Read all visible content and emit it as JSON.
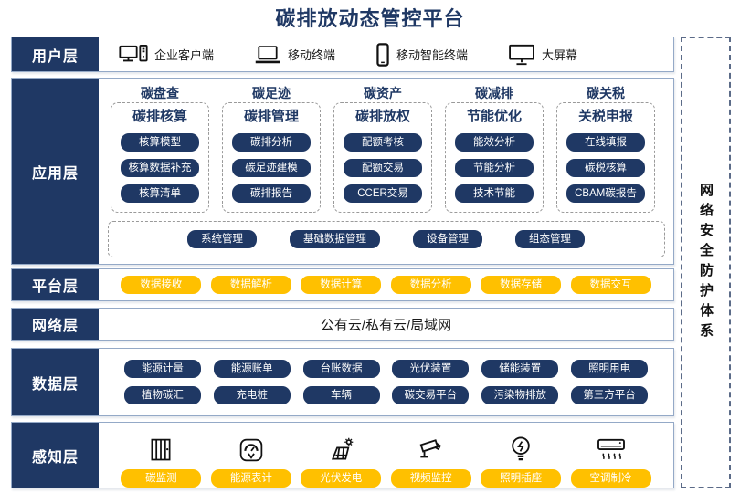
{
  "title": "碳排放动态管控平台",
  "security_bar": {
    "label": "网络安全防护体系"
  },
  "user_layer": {
    "label": "用户层",
    "items": [
      {
        "icon": "desktop-pc-icon",
        "label": "企业客户端"
      },
      {
        "icon": "laptop-icon",
        "label": "移动终端"
      },
      {
        "icon": "smartphone-icon",
        "label": "移动智能终端"
      },
      {
        "icon": "monitor-icon",
        "label": "大屏幕"
      }
    ]
  },
  "app_layer": {
    "label": "应用层",
    "columns": [
      {
        "header": "碳盘查",
        "group": "碳排核算",
        "buttons": [
          "核算模型",
          "核算数据补充",
          "核算清单"
        ]
      },
      {
        "header": "碳足迹",
        "group": "碳排管理",
        "buttons": [
          "碳排分析",
          "碳足迹建模",
          "碳排报告"
        ]
      },
      {
        "header": "碳资产",
        "group": "碳排放权",
        "buttons": [
          "配额考核",
          "配额交易",
          "CCER交易"
        ]
      },
      {
        "header": "碳减排",
        "group": "节能优化",
        "buttons": [
          "能效分析",
          "节能分析",
          "技术节能"
        ]
      },
      {
        "header": "碳关税",
        "group": "关税申报",
        "buttons": [
          "在线填报",
          "碳税核算",
          "CBAM碳报告"
        ]
      }
    ],
    "common_buttons": [
      "系统管理",
      "基础数据管理",
      "设备管理",
      "组态管理"
    ]
  },
  "platform_layer": {
    "label": "平台层",
    "buttons": [
      "数据接收",
      "数据解析",
      "数据计算",
      "数据分析",
      "数据存储",
      "数据交互"
    ]
  },
  "network_layer": {
    "label": "网络层",
    "content": "公有云/私有云/局域网"
  },
  "data_layer": {
    "label": "数据层",
    "row1": [
      "能源计量",
      "能源账单",
      "台账数据",
      "光伏装置",
      "储能装置",
      "照明用电"
    ],
    "row2": [
      "植物碳汇",
      "充电桩",
      "车辆",
      "碳交易平台",
      "污染物排放",
      "第三方平台"
    ]
  },
  "sensor_layer": {
    "label": "感知层",
    "items": [
      {
        "icon": "carbon-monitor-icon",
        "label": "碳监测"
      },
      {
        "icon": "energy-meter-icon",
        "label": "能源表计"
      },
      {
        "icon": "solar-power-icon",
        "label": "光伏发电"
      },
      {
        "icon": "cctv-camera-icon",
        "label": "视频监控"
      },
      {
        "icon": "light-socket-icon",
        "label": "照明插座"
      },
      {
        "icon": "air-conditioner-icon",
        "label": "空调制冷"
      }
    ]
  },
  "colors": {
    "navy": "#1F3864",
    "yellow": "#FFC000",
    "row_border": "#94A9C7"
  }
}
